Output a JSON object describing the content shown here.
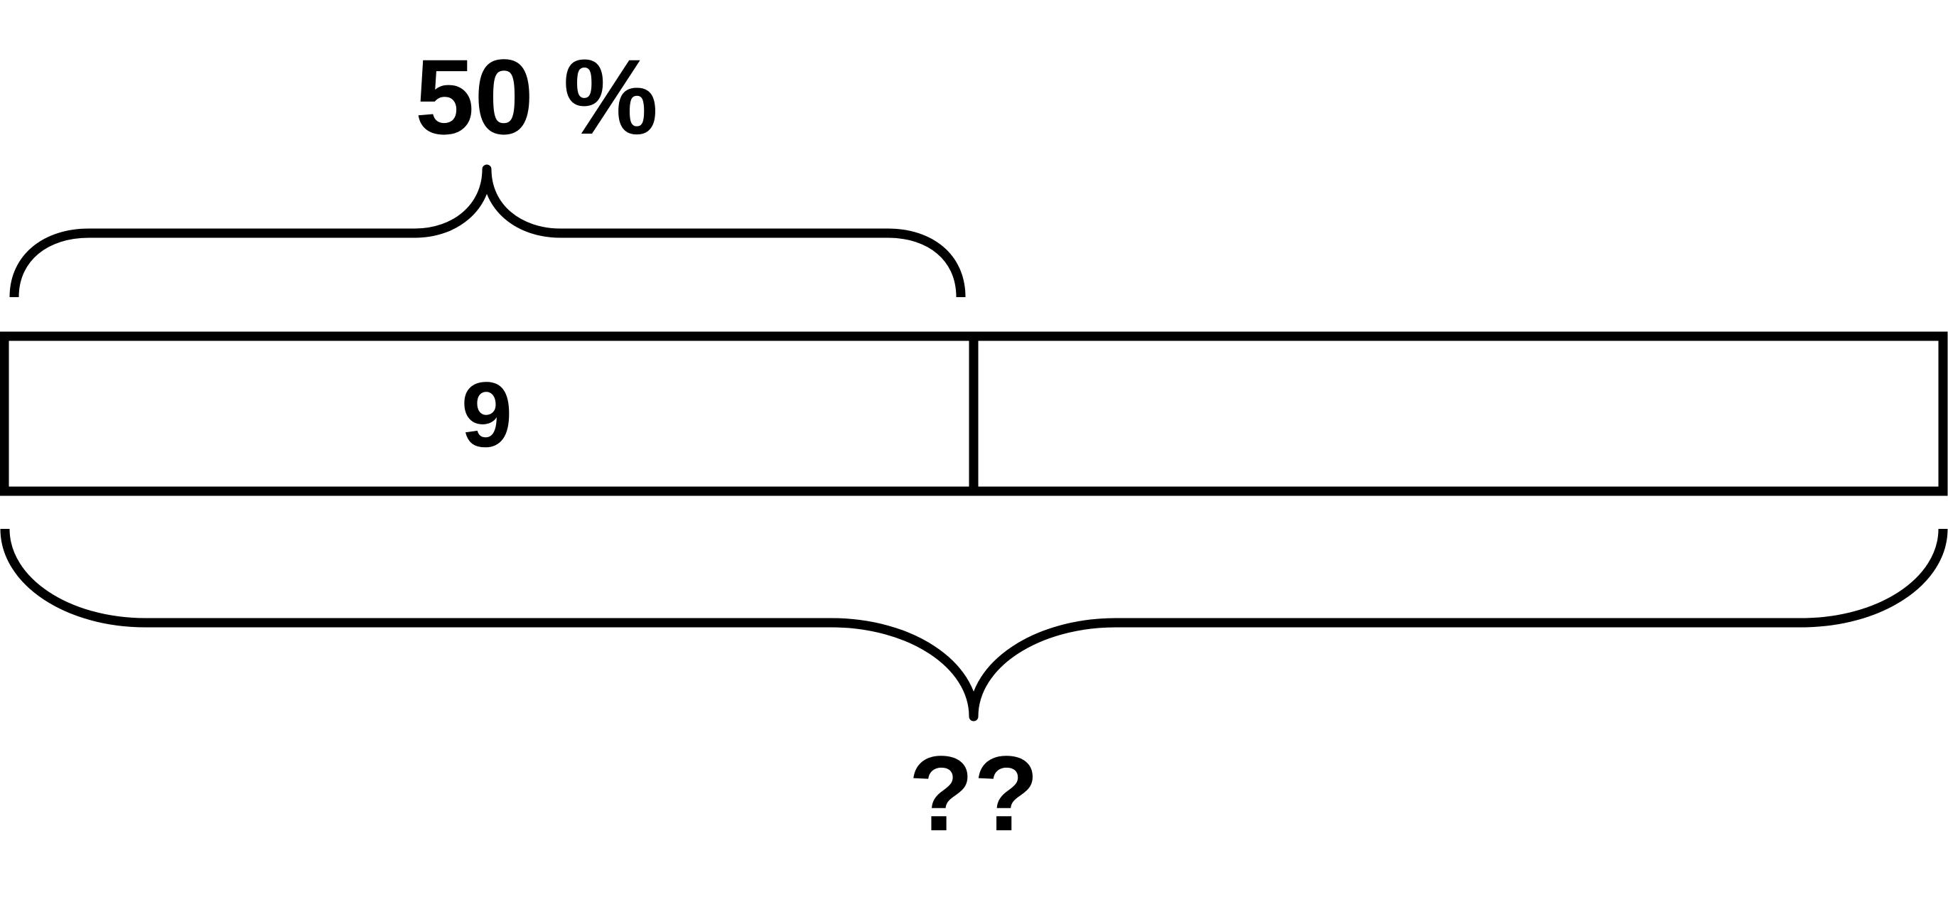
{
  "diagram": {
    "top_label": "50 %",
    "segment_label": "9",
    "bottom_label": "??",
    "segments": 2,
    "filled_fraction": 0.5
  },
  "colors": {
    "stroke": "#000000",
    "text": "#000000",
    "background": "#ffffff"
  }
}
